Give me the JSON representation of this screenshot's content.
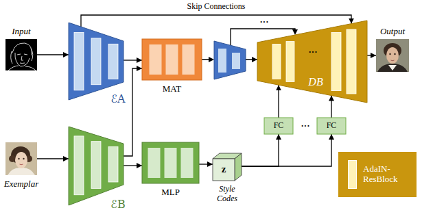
{
  "diagram": {
    "nodes": [
      {
        "text": [
          "Input"
        ]
      },
      {
        "text": [
          "ℰA"
        ]
      },
      {
        "text": [
          "MAT"
        ]
      },
      {
        "text": [
          "DB"
        ]
      },
      {
        "text": [
          "Output"
        ]
      },
      {
        "text": [
          "FC"
        ]
      },
      {
        "text": [
          "FC"
        ]
      },
      {
        "text": [
          "Exemplar"
        ]
      },
      {
        "text": [
          "ℰB"
        ]
      },
      {
        "text": [
          "MLP"
        ]
      },
      {
        "text": [
          "z",
          "Style Codes"
        ]
      }
    ],
    "edges": [
      {
        "from": 0,
        "to": 1,
        "arrow": "to"
      },
      {
        "from": 1,
        "to": 2,
        "arrow": "to"
      },
      {
        "from": 2,
        "to": 3,
        "arrow": "to"
      },
      {
        "from": 3,
        "to": 4,
        "arrow": "to"
      },
      {
        "from": 1,
        "to": 3,
        "label": "Skip Connections",
        "arrow": "to"
      },
      {
        "from": 7,
        "to": 8,
        "arrow": "to"
      },
      {
        "from": 8,
        "to": 2,
        "arrow": "to"
      },
      {
        "from": 8,
        "to": 9,
        "arrow": "to"
      },
      {
        "from": 9,
        "to": 10,
        "arrow": "to"
      },
      {
        "from": 10,
        "to": 5,
        "arrow": "to"
      },
      {
        "from": 10,
        "to": 6,
        "arrow": "to"
      },
      {
        "from": 5,
        "to": 3,
        "arrow": "to"
      },
      {
        "from": 6,
        "to": 3,
        "arrow": "to"
      }
    ],
    "labels": [
      "···",
      "···",
      "···"
    ],
    "legend": [
      {
        "text": "AdaIN-ResBlock",
        "color": "#fff3b8"
      }
    ]
  }
}
